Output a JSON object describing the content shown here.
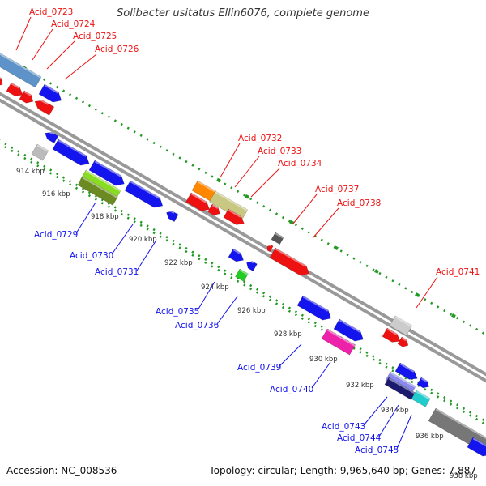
{
  "title": "Solibacter usitatus Ellin6076, complete genome",
  "footer": {
    "accession": "Accession: NC_008536",
    "topology": "Topology: circular; Length: 9,965,640 bp; Genes: 7,887"
  },
  "colors": {
    "forward_label": "#ee1111",
    "reverse_label": "#1111ee",
    "backbone": "#999999",
    "ticks": "#229922",
    "tick_label": "#333333"
  },
  "scale_labels": [
    "914 kbp",
    "916 kbp",
    "918 kbp",
    "920 kbp",
    "922 kbp",
    "924 kbp",
    "926 kbp",
    "928 kbp",
    "930 kbp",
    "932 kbp",
    "934 kbp",
    "936 kbp",
    "938 kbp"
  ],
  "gene_labels": {
    "top": [
      "Acid_0723",
      "Acid_0724",
      "Acid_0725",
      "Acid_0726",
      "Acid_0732",
      "Acid_0733",
      "Acid_0734",
      "Acid_0737",
      "Acid_0738",
      "Acid_0741"
    ],
    "bottom": [
      "Acid_0729",
      "Acid_0730",
      "Acid_0731",
      "Acid_0735",
      "Acid_0736",
      "Acid_0739",
      "Acid_0740",
      "Acid_0743",
      "Acid_0744",
      "Acid_0745"
    ]
  }
}
